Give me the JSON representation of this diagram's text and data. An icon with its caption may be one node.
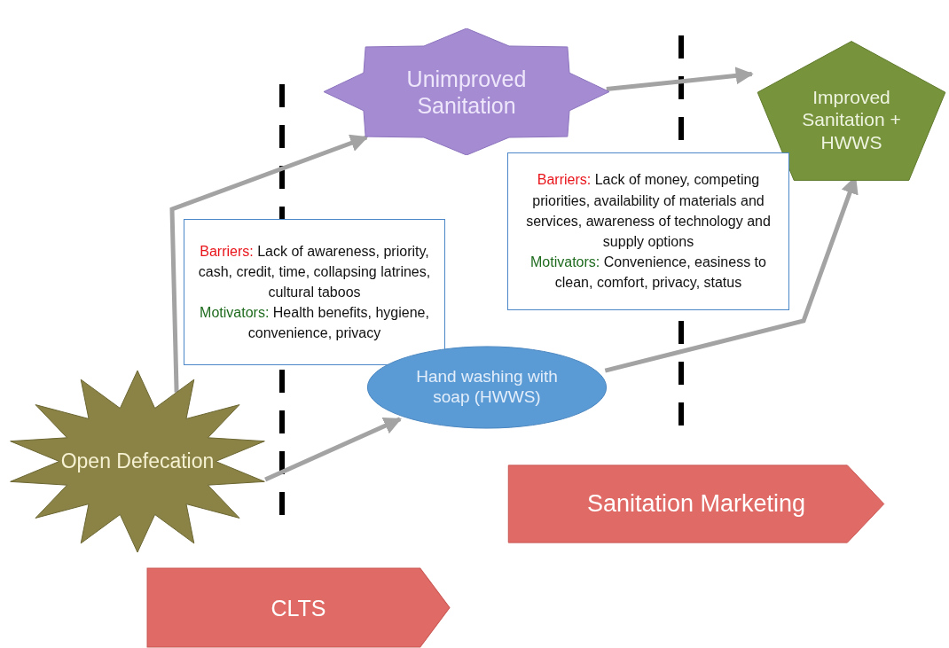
{
  "diagram": {
    "nodes": [
      {
        "text": [
          "Unimproved Sanitation"
        ]
      },
      {
        "text": [
          "Improved Sanitation + HWWS"
        ]
      },
      {
        "text": [
          "Barriers: Lack of awareness, priority, cash, credit, time, collapsing latrines, cultural taboos",
          "Motivators: Health benefits, hygiene, convenience, privacy"
        ]
      },
      {
        "text": [
          "Barriers: Lack of money, competing priorities, availability of materials and services, awareness of technology and supply options",
          "Motivators: Convenience, easiness to clean, comfort, privacy, status"
        ]
      },
      {
        "text": [
          "Hand washing with soap (HWWS)"
        ]
      },
      {
        "text": [
          "Open Defecation"
        ]
      },
      {
        "text": [
          "Sanitation Marketing"
        ]
      },
      {
        "text": [
          "CLTS"
        ]
      }
    ],
    "edges": [
      {
        "from": 5,
        "to": 4,
        "arrow": "to"
      },
      {
        "from": 5,
        "to": 0,
        "arrow": "to"
      },
      {
        "from": 4,
        "to": 1,
        "arrow": "to"
      },
      {
        "from": 0,
        "to": 1,
        "arrow": "to"
      }
    ]
  }
}
